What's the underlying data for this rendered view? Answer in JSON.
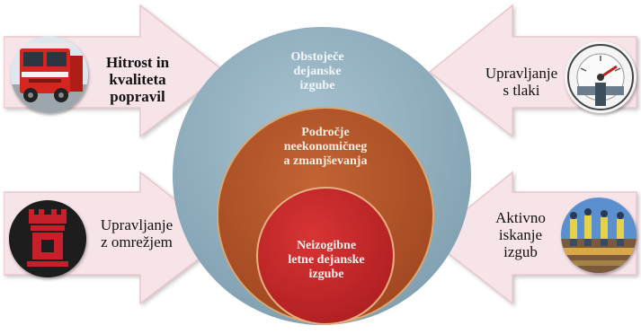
{
  "diagram": {
    "center": {
      "outer": {
        "lines": [
          "Obstoječe",
          "dejanske",
          "izgube"
        ],
        "color": "#8fb0c0",
        "text_color": "#f3f7fb"
      },
      "middle": {
        "lines": [
          "Področje",
          "neekonomičneg",
          "a zmanjševanja"
        ],
        "color": "#b4552c",
        "text_color": "#fbeee4"
      },
      "inner": {
        "lines": [
          "Neizogibne",
          "letne dejanske",
          "izgube"
        ],
        "color": "#c82a2a",
        "text_color": "#fff2ee"
      }
    },
    "arrows": {
      "top_left": {
        "lines": [
          "Hitrost in",
          "kvaliteta",
          "popravil"
        ],
        "icon": "fire-truck-icon"
      },
      "bottom_left": {
        "lines": [
          "Upravljanje",
          "z omrežjem"
        ],
        "icon": "network-logo-icon"
      },
      "top_right": {
        "lines": [
          "Upravljanje",
          "s tlaki"
        ],
        "icon": "pressure-gauge-icon"
      },
      "bottom_right": {
        "lines": [
          "Aktivno",
          "iskanje",
          "izgub"
        ],
        "icon": "workers-icon"
      }
    },
    "colors": {
      "arrow_fill": "#f7e4e8",
      "arrow_stroke": "#eac6cd"
    }
  }
}
